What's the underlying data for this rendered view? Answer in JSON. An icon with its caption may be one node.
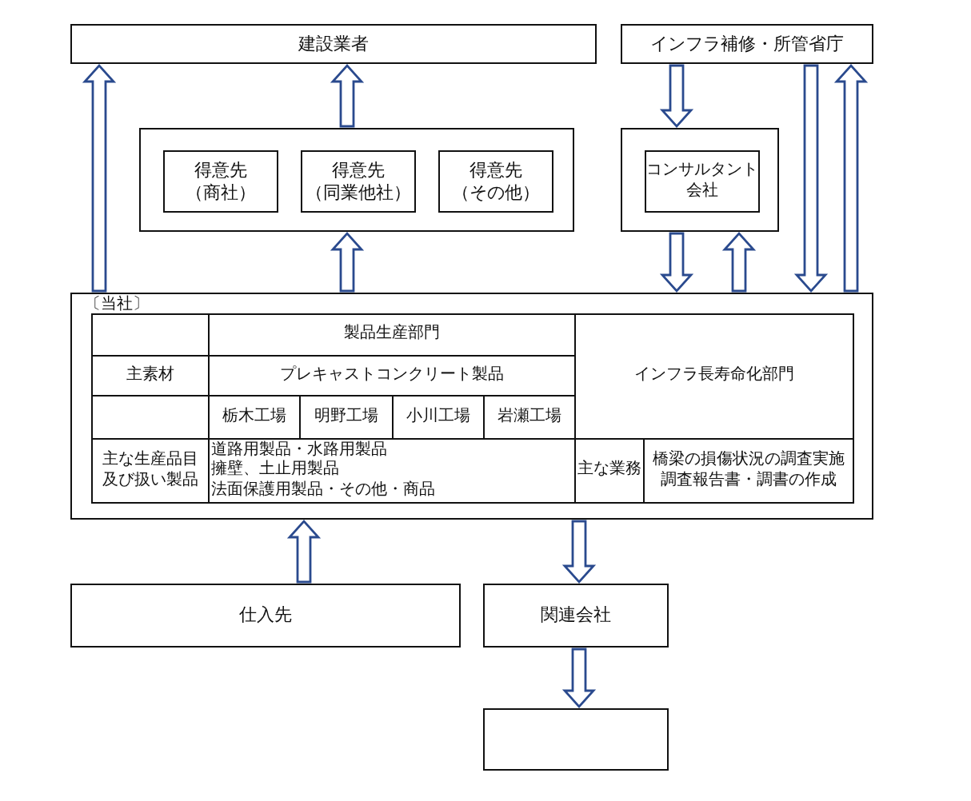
{
  "diagram": {
    "nodes": [
      {
        "text": [
          "建設業者"
        ]
      },
      {
        "text": [
          "インフラ補修・所管省庁"
        ]
      },
      {
        "text": [],
        "shape": "box"
      },
      {
        "text": [
          "得意先",
          "（商社）"
        ],
        "in": 2
      },
      {
        "text": [
          "得意先",
          "（同業他社）"
        ],
        "in": 2
      },
      {
        "text": [
          "得意先",
          "（その他）"
        ],
        "in": 2
      },
      {
        "text": [],
        "shape": "box"
      },
      {
        "text": [
          "コンサルタント会社"
        ],
        "in": 6
      },
      {
        "text": [
          "〔当社〕"
        ]
      },
      {
        "text": [
          "仕入先"
        ]
      },
      {
        "text": [
          "関連会社"
        ]
      },
      {
        "text": [],
        "shape": "box"
      }
    ],
    "edges": [
      {
        "from": 8,
        "to": 0,
        "arrow": "to"
      },
      {
        "from": 2,
        "to": 0,
        "arrow": "to"
      },
      {
        "from": 8,
        "to": 2,
        "arrow": "to"
      },
      {
        "from": 1,
        "to": 6,
        "arrow": "to"
      },
      {
        "from": 6,
        "to": 8,
        "arrow": "to"
      },
      {
        "from": 8,
        "to": 6,
        "arrow": "to"
      },
      {
        "from": 1,
        "to": 8,
        "arrow": "to"
      },
      {
        "from": 8,
        "to": 1,
        "arrow": "to"
      },
      {
        "from": 9,
        "to": 8,
        "arrow": "to"
      },
      {
        "from": 8,
        "to": 10,
        "arrow": "to"
      },
      {
        "from": 10,
        "to": 11,
        "arrow": "to"
      }
    ],
    "labels": [
      "製品生産部門",
      "主素材",
      "プレキャストコンクリート製品",
      "インフラ長寿命化部門",
      "栃木工場",
      "明野工場",
      "小川工場",
      "岩瀬工場",
      "主な生産品目及び扱い製品",
      "道路用製品・水路用製品",
      "擁壁、土止用製品",
      "法面保護用製品・その他・商品",
      "主な業務",
      "橋梁の損傷状況の調査実施",
      "調査報告書・調書の作成"
    ]
  }
}
